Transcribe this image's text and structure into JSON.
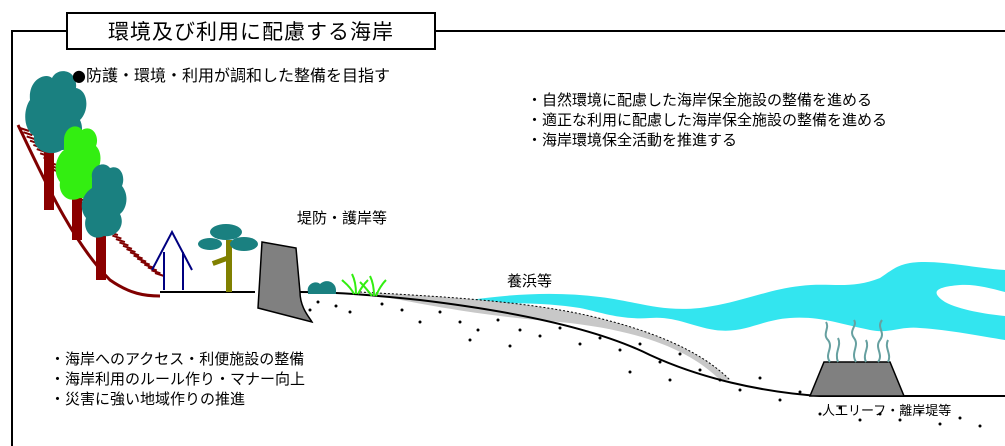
{
  "title": "環境及び利用に配慮する海岸",
  "goal": "●防護・環境・利用が調和した整備を目指す",
  "policies": [
    "・自然環境に配慮した海岸保全施設の整備を進める",
    "・適正な利用に配慮した海岸保全施設の整備を進める",
    "・海岸環境保全活動を推進する"
  ],
  "labels": {
    "seawall": "堤防・護岸等",
    "beach_nourishment": "養浜等",
    "reef": "人工リーフ・離岸堤等"
  },
  "measures": [
    "・海岸へのアクセス・利便施設の整備",
    "・海岸利用のルール作り・マナー向上",
    "・災害に強い地域作りの推進"
  ],
  "colors": {
    "sea": "#33e5ef",
    "tree_dark": "#1a8080",
    "tree_light": "#33ee11",
    "trunk_red": "#8b0000",
    "trunk_olive": "#808000",
    "structure": "#808080",
    "cliff_hatch": "#800000",
    "hut": "#000080",
    "seaweed": "#66a0a0"
  }
}
